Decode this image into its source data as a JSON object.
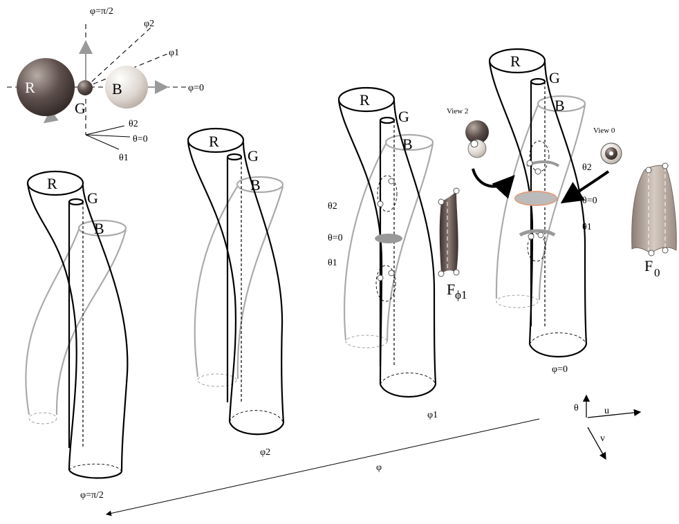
{
  "legend": {
    "phi_up": "φ=π/2",
    "phi2": "φ2",
    "phi1": "φ1",
    "phi0": "φ=0",
    "theta2": "θ2",
    "theta0": "θ=0",
    "theta1": "θ1",
    "sphere_r": "R",
    "sphere_g": "G",
    "sphere_b": "B"
  },
  "tubes": {
    "r": "R",
    "g": "G",
    "b": "B"
  },
  "captions": {
    "phi_pi2": "φ=π/2",
    "phi2": "φ2",
    "phi1": "φ1",
    "phi0": "φ=0",
    "phi_axis": "φ"
  },
  "markers": {
    "theta2": "θ2",
    "theta0": "θ=0",
    "theta1": "θ1"
  },
  "views": {
    "view2": "View 2",
    "view0": "View 0"
  },
  "patches": {
    "f_phi1": "F",
    "f_phi1_sub": "ϕ1",
    "f0": "F",
    "f0_sub": "0"
  },
  "frame": {
    "theta": "θ",
    "u": "u",
    "v": "v"
  },
  "colors": {
    "tube_dark": "#000000",
    "tube_light": "#aaaaaa",
    "sphere_r": "#4a3f3c",
    "sphere_b": "#d8d2cc",
    "highlight": "#e0a080"
  }
}
